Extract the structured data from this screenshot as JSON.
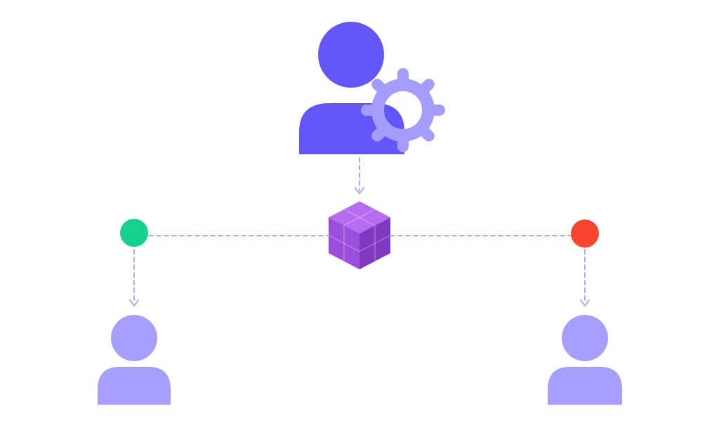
{
  "diagram": {
    "nodes": [
      {
        "id": "admin",
        "icon": "admin-user-gear-icon",
        "role": "admin"
      },
      {
        "id": "hub",
        "icon": "cube-blocks-icon",
        "role": "resource"
      },
      {
        "id": "status-left",
        "icon": "status-dot-icon",
        "status": "active"
      },
      {
        "id": "status-right",
        "icon": "status-dot-icon",
        "status": "inactive"
      },
      {
        "id": "user-left",
        "icon": "user-icon",
        "role": "user"
      },
      {
        "id": "user-right",
        "icon": "user-icon",
        "role": "user"
      }
    ],
    "connectors": [
      {
        "from": "admin",
        "to": "hub",
        "style": "dashed",
        "arrow": true
      },
      {
        "from": "hub",
        "to": "status-left",
        "style": "dashed",
        "arrow": false
      },
      {
        "from": "hub",
        "to": "status-right",
        "style": "dashed",
        "arrow": false
      },
      {
        "from": "status-left",
        "to": "user-left",
        "style": "dashed",
        "arrow": true
      },
      {
        "from": "status-right",
        "to": "user-right",
        "style": "dashed",
        "arrow": true
      }
    ]
  },
  "colors": {
    "background": "#ffffff",
    "admin_primary": "#6356f8",
    "gear": "#a59dfd",
    "user": "#a79ffd",
    "connector": "#b1a8f3",
    "cube_top": "#b66bf0",
    "cube_left": "#9b4ddb",
    "cube_right": "#7f38c0",
    "status_active": "#14d18d",
    "status_inactive": "#f9452f"
  }
}
